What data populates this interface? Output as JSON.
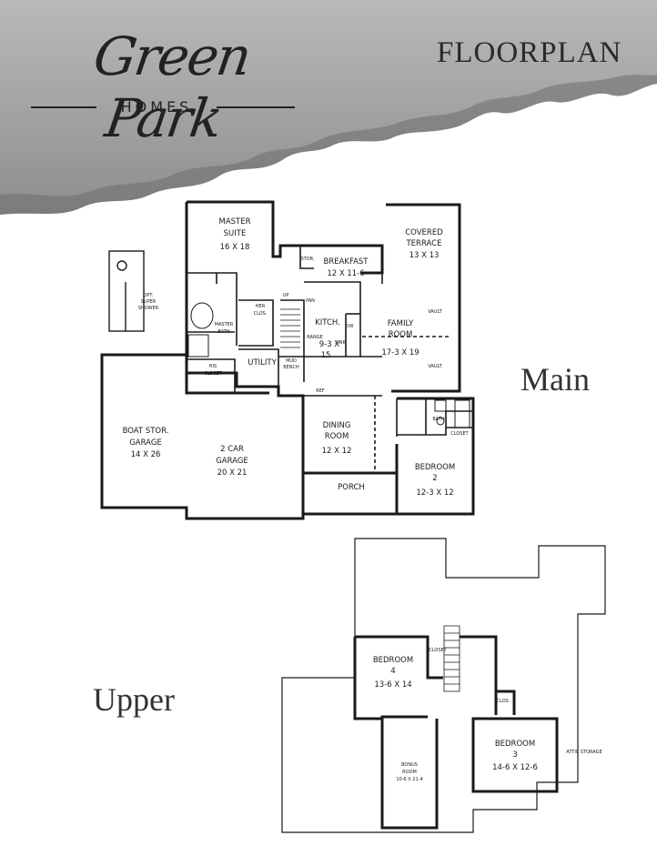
{
  "brand": {
    "name": "Green Park",
    "tagline": "HOMES"
  },
  "title": "FLOORPLAN",
  "levels": {
    "main": "Main",
    "upper": "Upper"
  },
  "main_rooms": {
    "master_suite": [
      "MASTER",
      "SUITE",
      "16 X 18"
    ],
    "breakfast": [
      "BREAKFAST",
      "12 X 11-6"
    ],
    "covered_terrace": [
      "COVERED",
      "TERRACE",
      "13 X 13"
    ],
    "kitchen": [
      "KITCH.",
      "9-3 X",
      "15"
    ],
    "family_room": [
      "FAMILY",
      "ROOM",
      "17-3 X 19"
    ],
    "master_bath": [
      "MASTER",
      "BATH"
    ],
    "his_closet": [
      "HIS",
      "CLOSET"
    ],
    "her_closet": [
      "HER",
      "CLOS."
    ],
    "utility": "UTILITY",
    "mud_bench": [
      "MUD",
      "BENCH"
    ],
    "boat_garage": [
      "BOAT STOR.",
      "GARAGE",
      "14 X 26"
    ],
    "car_garage": [
      "2 CAR",
      "GARAGE",
      "20 X 21"
    ],
    "dining": [
      "DINING",
      "ROOM",
      "12 X 12"
    ],
    "bedroom2": [
      "BEDROOM",
      "2",
      "12-3 X 12"
    ],
    "porch": "PORCH",
    "bath": "BATH",
    "closet": "CLOSET",
    "opt_shower": [
      "OPT.",
      "SUPER",
      "SHOWER"
    ],
    "stor": "STOR.",
    "pan": "PAN",
    "range": "RANGE",
    "sink": "SINK",
    "dw": "DW",
    "vault": "VAULT",
    "ref": "REF",
    "up": "UP"
  },
  "upper_rooms": {
    "bedroom4": [
      "BEDROOM",
      "4",
      "13-6 X 14"
    ],
    "bonus": [
      "BONUS",
      "ROOM",
      "10-6 X 21-4"
    ],
    "bedroom3": [
      "BEDROOM",
      "3",
      "14-6 X 12-6"
    ],
    "attic": "ATTIC STORAGE",
    "closet": "CLOSET",
    "clos": "CLOS."
  }
}
